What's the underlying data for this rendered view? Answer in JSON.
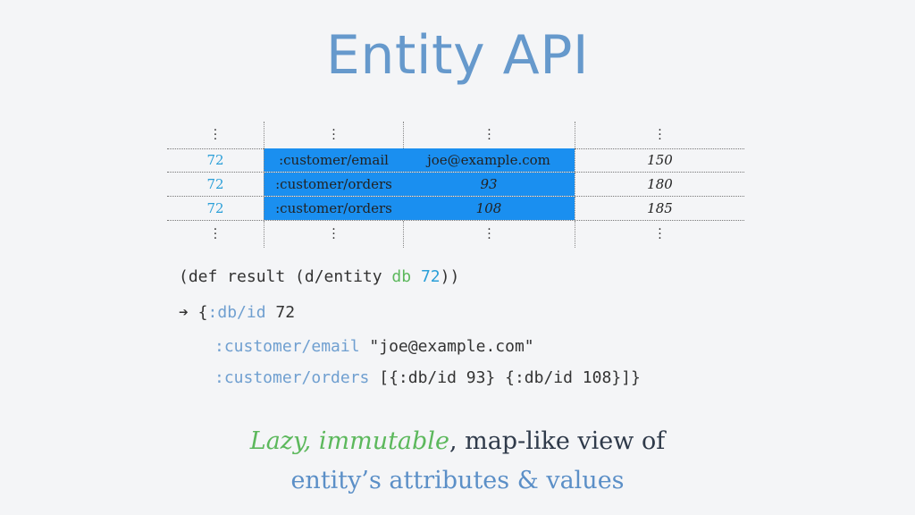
{
  "title": "Entity API",
  "table": {
    "rows": [
      {
        "e": "72",
        "a": ":customer/email",
        "v": "joe@example.com",
        "tx": "150"
      },
      {
        "e": "72",
        "a": ":customer/orders",
        "v": "93",
        "tx": "180"
      },
      {
        "e": "72",
        "a": ":customer/orders",
        "v": "108",
        "tx": "185"
      }
    ]
  },
  "code": {
    "line1_open": "(def result (d/entity ",
    "line1_db": "db",
    "line1_space": " ",
    "line1_id": "72",
    "line1_close": "))",
    "arrow": "➔",
    "line2_open": " {",
    "line2_key": ":db/id",
    "line2_val": " 72",
    "line3_key": ":customer/email",
    "line3_val": " \"joe@example.com\"",
    "line4_key": ":customer/orders",
    "line4_val": " [{:db/id 93} {:db/id 108}]}"
  },
  "caption": {
    "green": "Lazy, immutable",
    "dark": ", map-like view of",
    "line2": "entity’s attributes & values"
  },
  "colors": {
    "title": "#6699cc",
    "highlight": "#1a8ff0",
    "entity_id": "#2a9fd8",
    "green": "#5cb85c",
    "keyword": "#6f9fd0"
  }
}
